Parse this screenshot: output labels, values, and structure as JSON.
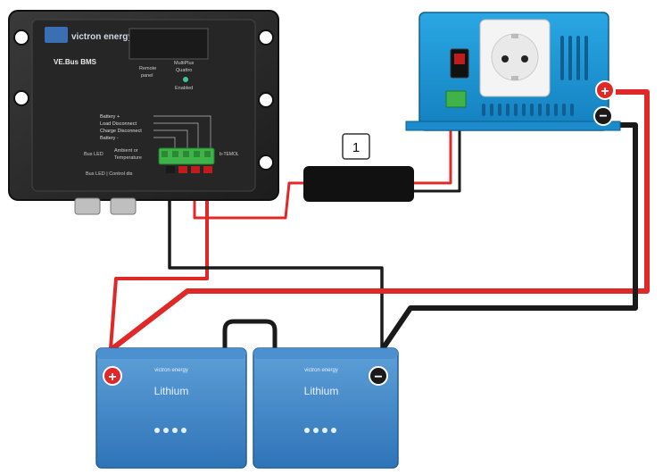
{
  "bms": {
    "brand": "victron energy",
    "model": "VE.Bus BMS",
    "led_labels": {
      "remote_panel": [
        "Remote",
        "panel"
      ],
      "multiplus_quattro": [
        "MultiPlus",
        "Quattro"
      ],
      "enabled": "Enabled"
    },
    "terminal_labels": [
      "Battery +",
      "Load Disconnect",
      "Charge Disconnect",
      "Battery -"
    ],
    "lower_labels": {
      "bus_led": "Bus LED",
      "ambient": [
        "Ambient or",
        "Temperature"
      ],
      "bus_led_control": "Bus LED | Control dis"
    },
    "side_label": "b-TEMOL"
  },
  "cable_device": {
    "label": "1"
  },
  "batteries": [
    {
      "brand": "victron energy",
      "name": "Lithium",
      "polarity": "+"
    },
    {
      "brand": "victron energy",
      "name": "Lithium",
      "polarity": "−"
    }
  ],
  "inverter": {
    "positive_symbol": "+",
    "negative_symbol": "−"
  },
  "colors": {
    "positive_wire": "#e02828",
    "negative_wire": "#1a1a1a",
    "bms_body": "#2b2b2b",
    "inverter_blue": "#1d9ad6",
    "battery_blue": "#3a82c4",
    "terminal_green": "#3fb24a"
  }
}
